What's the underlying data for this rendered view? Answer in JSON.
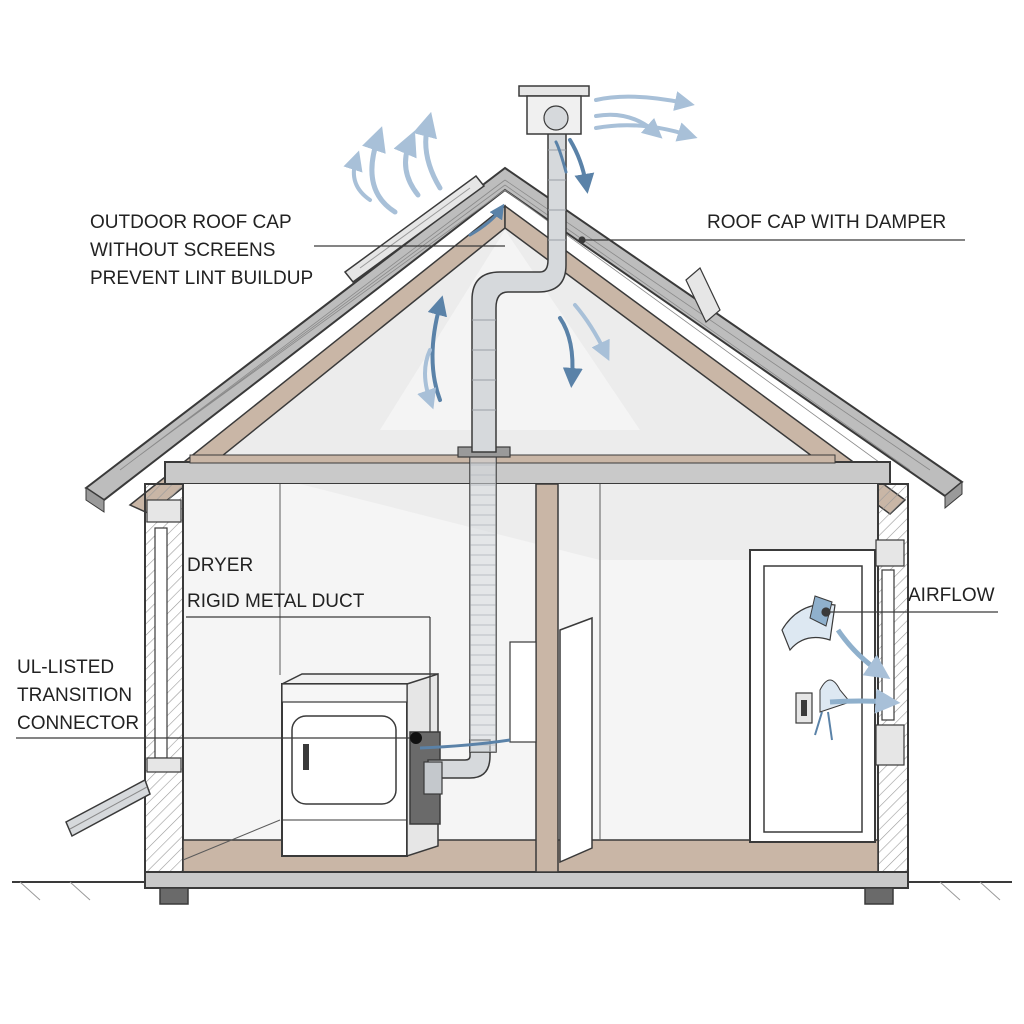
{
  "labels": {
    "outdoor_roof_cap": [
      "OUTDOOR ROOF CAP",
      "WITHOUT SCREENS",
      "PREVENT LINT BUILDUP"
    ],
    "roof_cap_damper": "ROOF CAP WITH DAMPER",
    "dryer": "DRYER",
    "rigid_duct": "RIGID METAL DUCT",
    "transition_connector": [
      "UL-LISTED",
      "TRANSITION",
      "CONNECTOR"
    ],
    "airflow": "AIRFLOW"
  },
  "colors": {
    "line": "#3a3a3a",
    "wall": "#c9c9c9",
    "roof_shingle": "#9a9a9a",
    "rafter": "#c9b6a6",
    "floor": "#c9b6a6",
    "attic_fill": "#ececec",
    "room_fill": "#f5f5f5",
    "duct": "#d6d9dc",
    "airflow_arrow": "#5a82a8",
    "airflow_light": "#a8c0d8"
  }
}
